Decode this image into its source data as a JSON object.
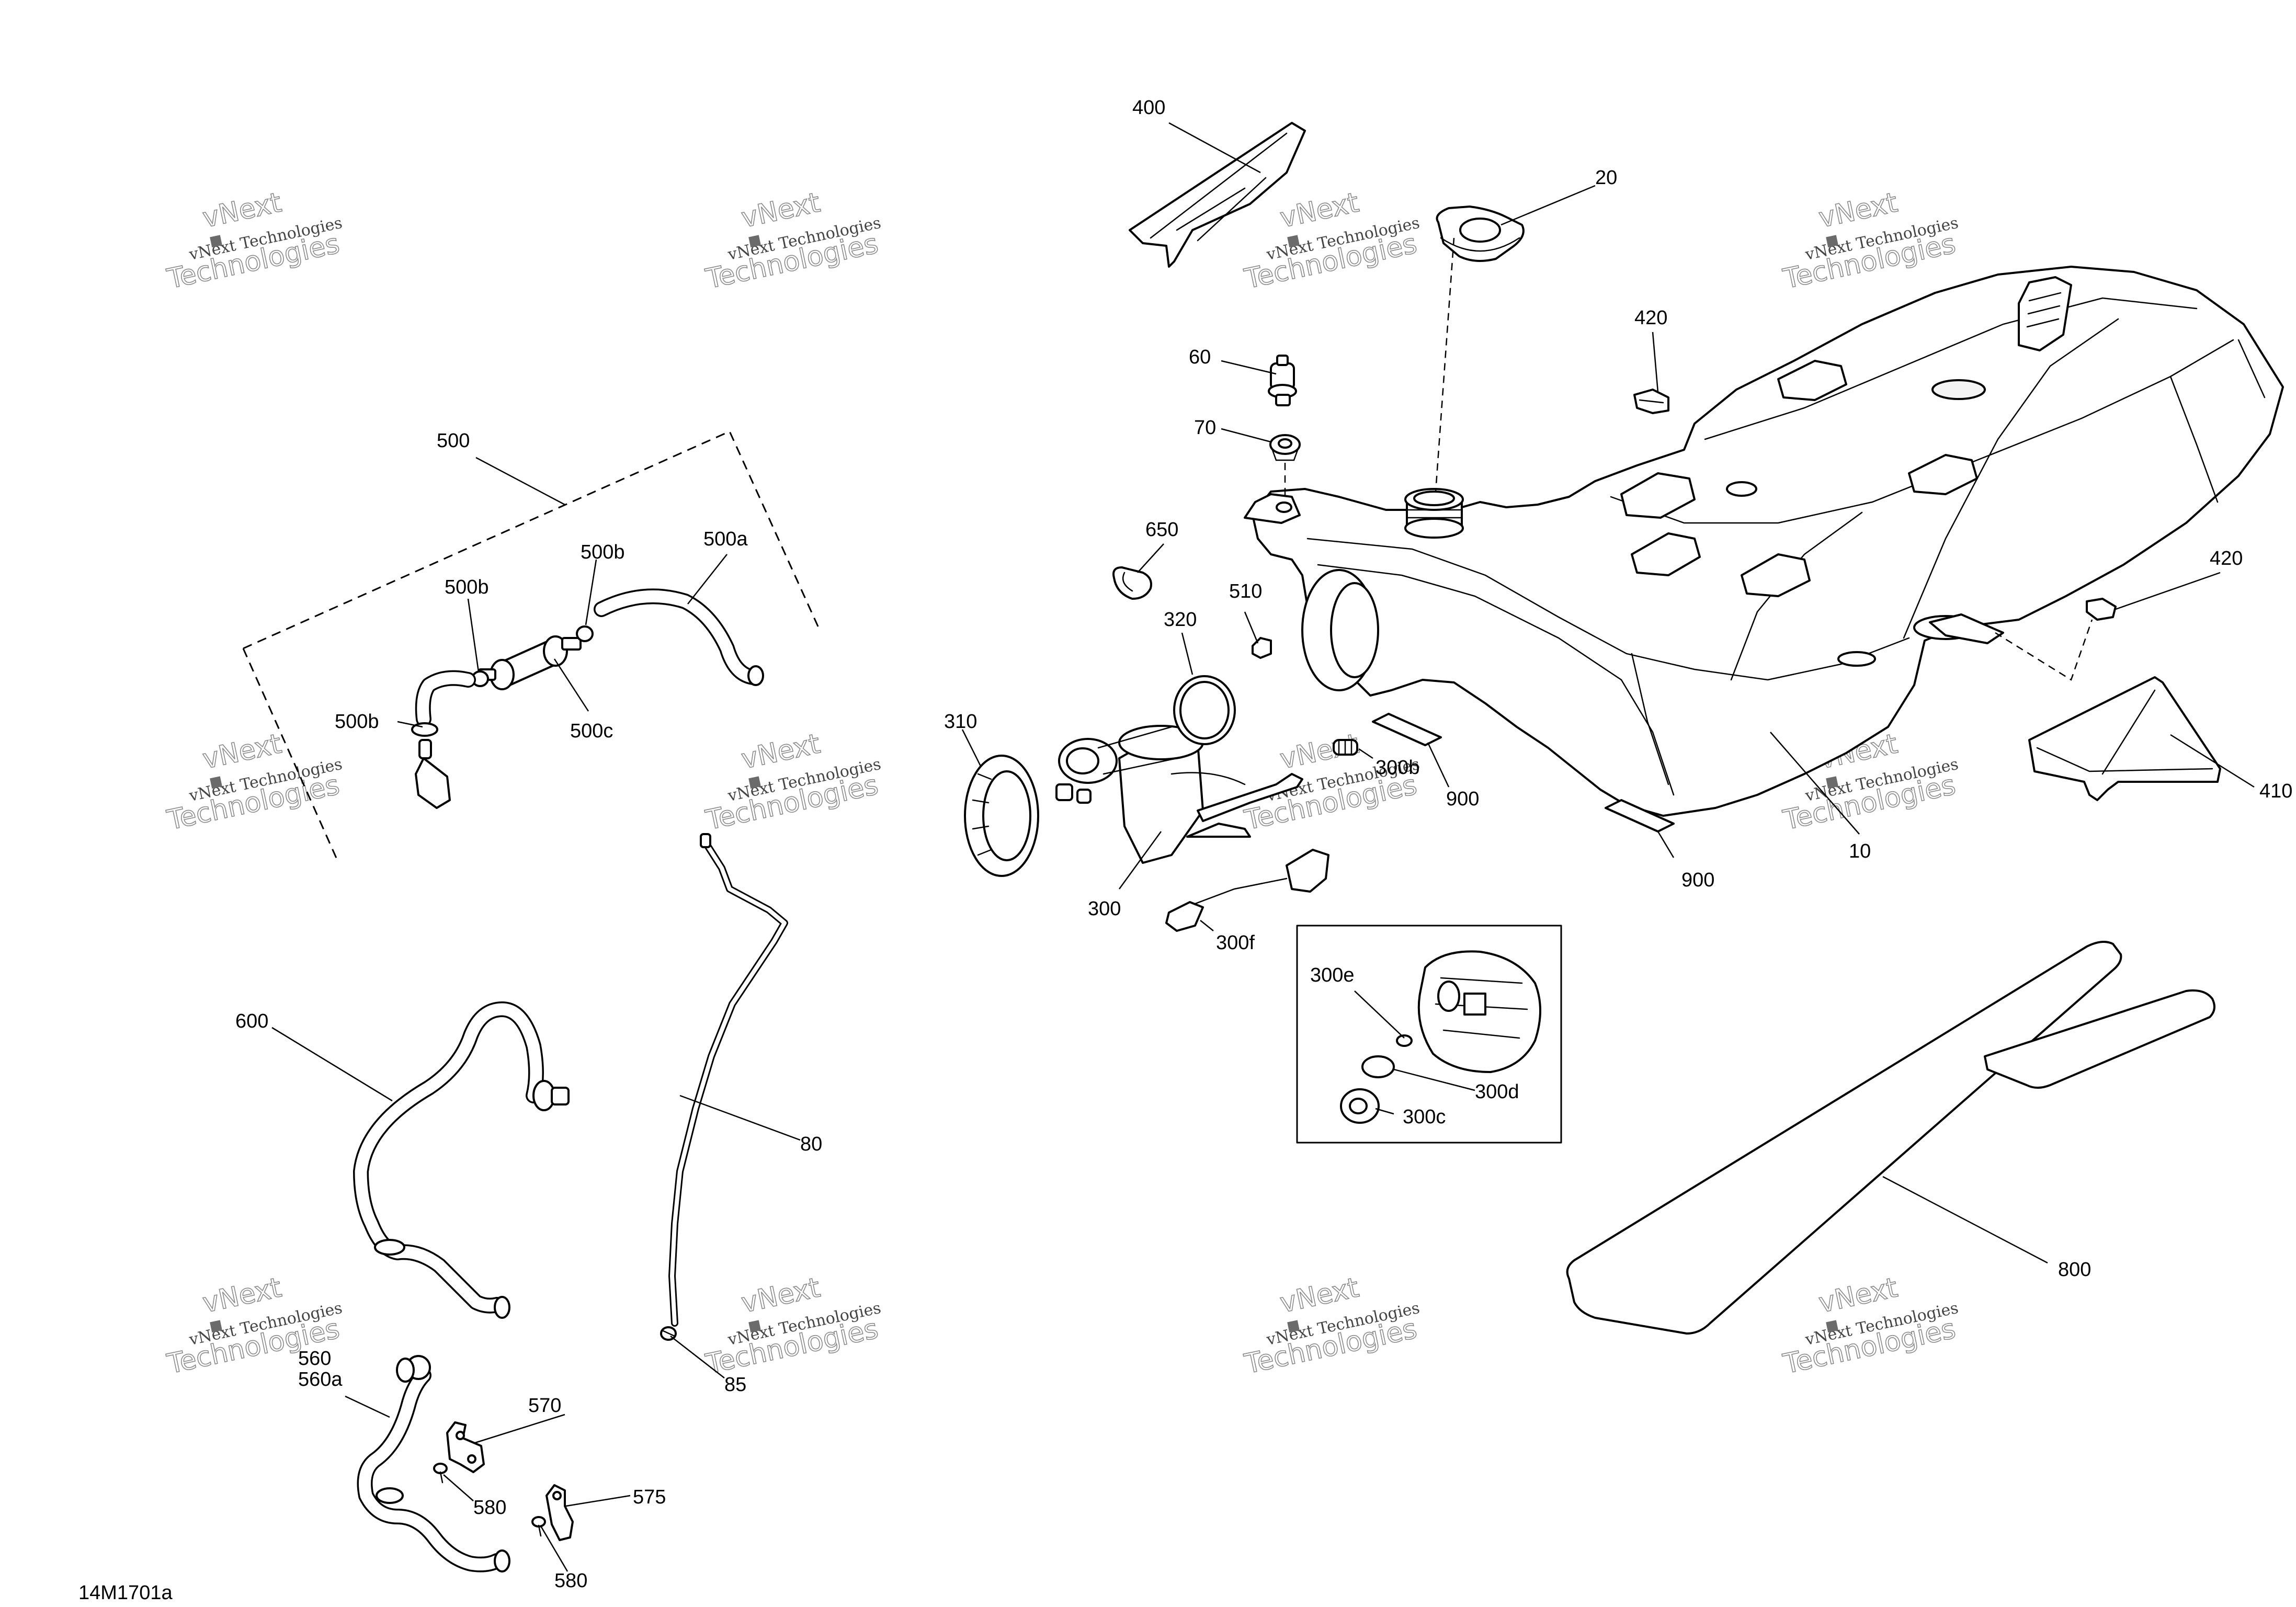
{
  "document": {
    "drawing_id": "14M1701a"
  },
  "watermark": {
    "line1": "vNext",
    "line2": "vNext Technologies",
    "line3": "Technologies"
  },
  "callouts": {
    "c400": "400",
    "c20": "20",
    "c420a": "420",
    "c420b": "420",
    "c60": "60",
    "c70": "70",
    "c500": "500",
    "c500a": "500a",
    "c500b_top": "500b",
    "c500b_mid": "500b",
    "c500b_low": "500b",
    "c500c": "500c",
    "c650": "650",
    "c510": "510",
    "c320": "320",
    "c310": "310",
    "c300": "300",
    "c300b": "300b",
    "c900a": "900",
    "c900b": "900",
    "c300f": "300f",
    "c10": "10",
    "c410": "410",
    "c300e": "300e",
    "c300d": "300d",
    "c300c": "300c",
    "c600": "600",
    "c80": "80",
    "c85": "85",
    "c800": "800",
    "c560": "560",
    "c560a": "560a",
    "c570": "570",
    "c575": "575",
    "c580a": "580",
    "c580b": "580"
  },
  "colors": {
    "line": "#000000",
    "background": "#ffffff",
    "watermark": "#8a8a8a"
  }
}
